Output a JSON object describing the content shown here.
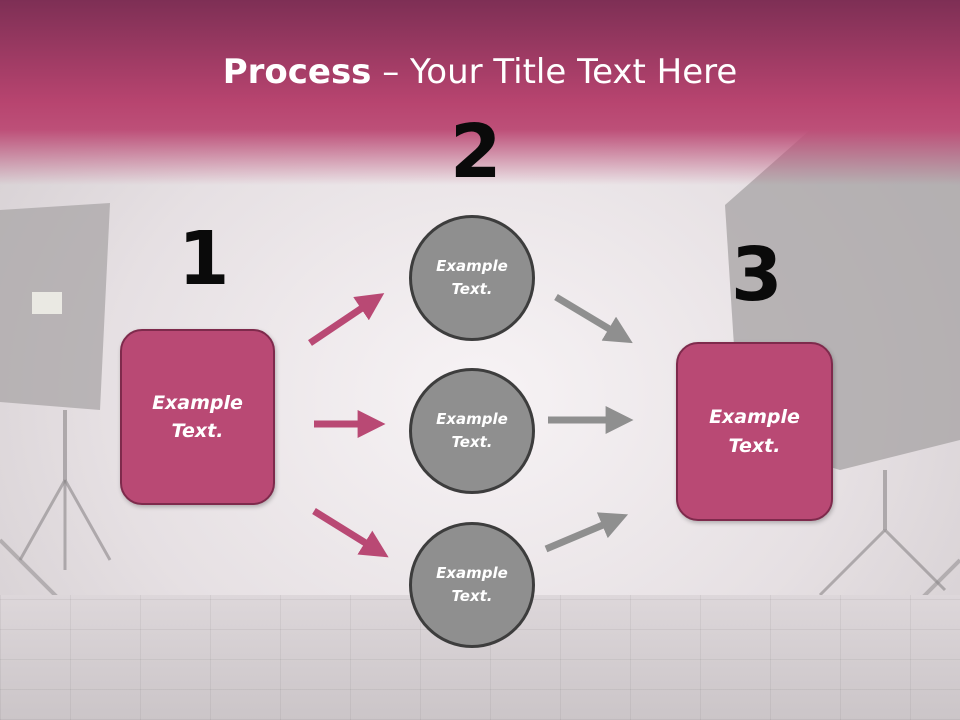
{
  "title": {
    "bold": "Process",
    "rest": " – Your Title Text Here"
  },
  "steps": [
    {
      "number": "1",
      "text": "Example Text."
    },
    {
      "number": "2",
      "items": [
        "Example Text.",
        "Example Text.",
        "Example Text."
      ]
    },
    {
      "number": "3",
      "text": "Example Text."
    }
  ],
  "colors": {
    "banner": "#b7446f",
    "box": "#b94974",
    "circle": "#8f8f8f",
    "pink_arrow": "#b94974",
    "gray_arrow": "#8f8f8f"
  }
}
